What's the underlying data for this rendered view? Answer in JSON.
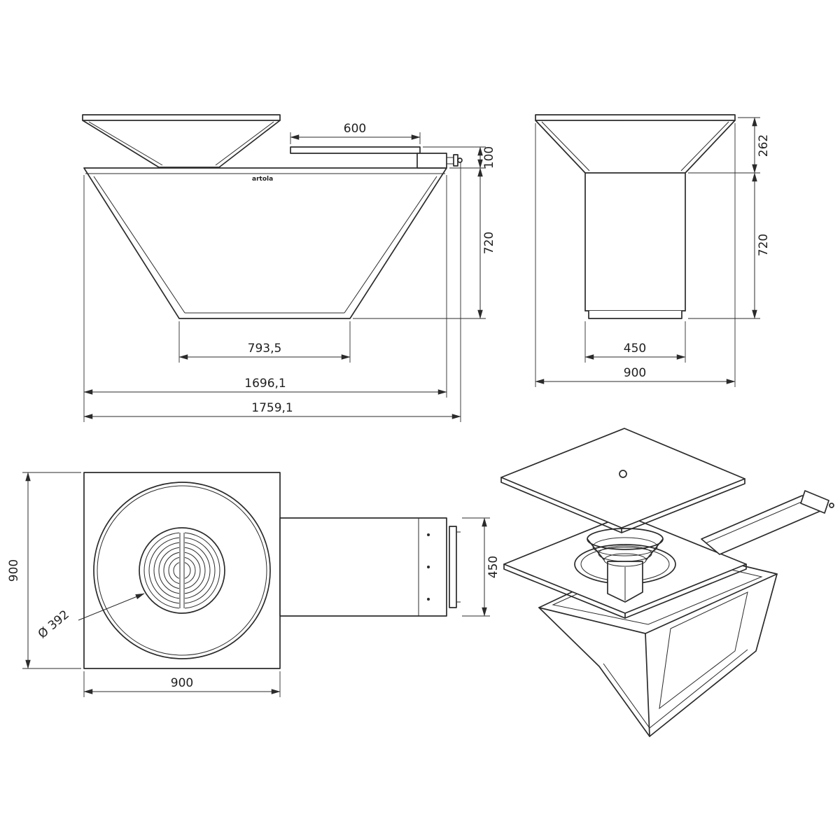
{
  "page": {
    "background": "#ffffff",
    "line_color": "#2b2b2b",
    "text_color": "#1f1f1f"
  },
  "logo": {
    "text": "artola"
  },
  "views": {
    "front": {
      "dims": {
        "table_width": "600",
        "table_offset": "100",
        "body_height": "720",
        "bottom_width": "793,5",
        "top_width": "1696,1",
        "overall_width": "1759,1"
      }
    },
    "side": {
      "dims": {
        "funnel_height": "262",
        "body_height": "720",
        "base_width": "450",
        "overall_width": "900"
      }
    },
    "top": {
      "dims": {
        "depth": "900",
        "width": "900",
        "table_depth": "450",
        "grate_diameter": "Ø 392"
      }
    }
  }
}
